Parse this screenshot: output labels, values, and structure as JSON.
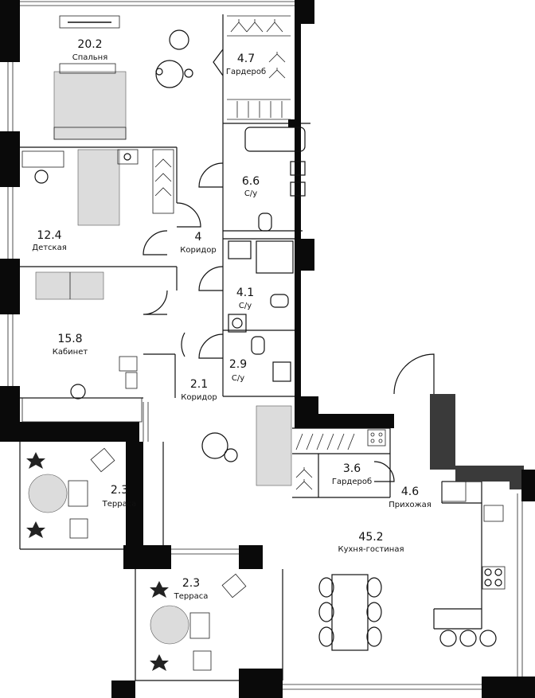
{
  "rooms": [
    {
      "id": "bedroom",
      "area": "20.2",
      "name": "Спальня"
    },
    {
      "id": "wardrobe-1",
      "area": "4.7",
      "name": "Гардероб"
    },
    {
      "id": "bathroom-1",
      "area": "6.6",
      "name": "С/у"
    },
    {
      "id": "corridor-1",
      "area": "4",
      "name": "Коридор"
    },
    {
      "id": "kids-room",
      "area": "12.4",
      "name": "Детская"
    },
    {
      "id": "bathroom-2",
      "area": "4.1",
      "name": "С/у"
    },
    {
      "id": "study",
      "area": "15.8",
      "name": "Кабинет"
    },
    {
      "id": "bathroom-3",
      "area": "2.9",
      "name": "С/у"
    },
    {
      "id": "corridor-2",
      "area": "2.1",
      "name": "Коридор"
    },
    {
      "id": "wardrobe-2",
      "area": "3.6",
      "name": "Гардероб"
    },
    {
      "id": "hallway",
      "area": "4.6",
      "name": "Прихожая"
    },
    {
      "id": "terrace-1",
      "area": "2.3",
      "name": "Терраса"
    },
    {
      "id": "kitchen-living",
      "area": "45.2",
      "name": "Кухня-гостиная"
    },
    {
      "id": "terrace-2",
      "area": "2.3",
      "name": "Терраса"
    }
  ],
  "colors": {
    "wall": "#0a0a0a",
    "wall_secondary": "#3a3a3a",
    "line": "#111111",
    "background": "#ffffff"
  },
  "icons": [
    "bed-icon",
    "sofa-icon",
    "armchair-icon",
    "table-icon",
    "chair-icon",
    "bathtub-icon",
    "sink-icon",
    "toilet-icon",
    "shower-icon",
    "washing-machine-icon",
    "hanger-icon",
    "stove-icon",
    "parasol-icon",
    "plant-icon",
    "lounger-icon"
  ]
}
